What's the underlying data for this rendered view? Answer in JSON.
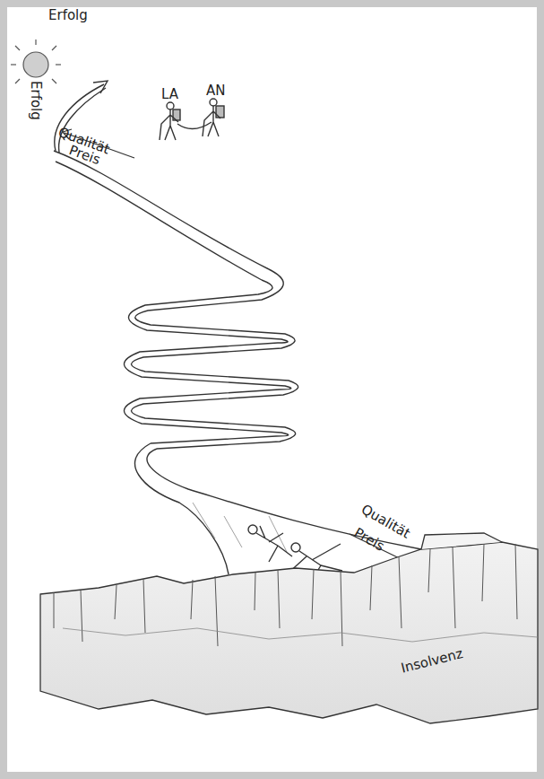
{
  "diagram": {
    "labels": [
      "Erfolg",
      "Erfolg",
      "Qualität",
      "Preis",
      "LA",
      "AN",
      "Qualität",
      "Preis",
      "Insolvenz"
    ]
  }
}
